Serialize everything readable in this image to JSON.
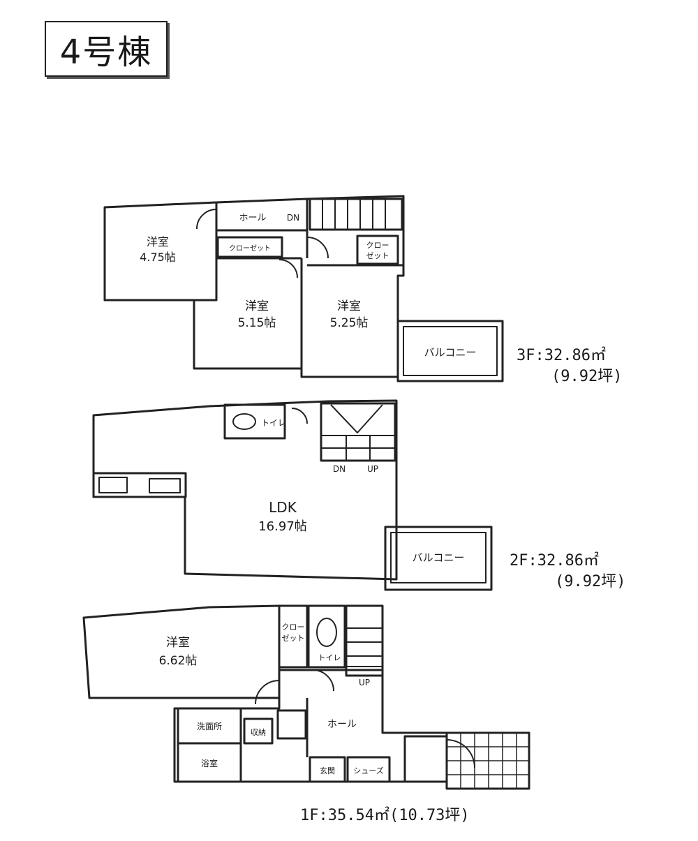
{
  "title": "4号棟",
  "floor3": {
    "rooms": {
      "room_a_name": "洋室",
      "room_a_size": "4.75帖",
      "hall": "ホール",
      "dn": "DN",
      "closet_a": "クローゼット",
      "closet_b_line1": "クロー",
      "closet_b_line2": "ゼット",
      "room_b_name": "洋室",
      "room_b_size": "5.15帖",
      "room_c_name": "洋室",
      "room_c_size": "5.25帖",
      "balcony": "バルコニー"
    },
    "area_line1": "3F:32.86㎡",
    "area_line2": "(9.92坪)"
  },
  "floor2": {
    "rooms": {
      "toilet": "トイレ",
      "ldk_name": "LDK",
      "ldk_size": "16.97帖",
      "dn": "DN",
      "up": "UP",
      "balcony": "バルコニー"
    },
    "area_line1": "2F:32.86㎡",
    "area_line2": "(9.92坪)"
  },
  "floor1": {
    "rooms": {
      "room_name": "洋室",
      "room_size": "6.62帖",
      "closet_1": "クロー",
      "closet_2": "ゼット",
      "toilet": "トイレ",
      "up": "UP",
      "hall": "ホール",
      "washroom": "洗面所",
      "bath": "浴室",
      "storage": "収納",
      "entrance": "玄関",
      "shoe": "シューズ"
    },
    "area": "1F:35.54㎡(10.73坪)"
  }
}
